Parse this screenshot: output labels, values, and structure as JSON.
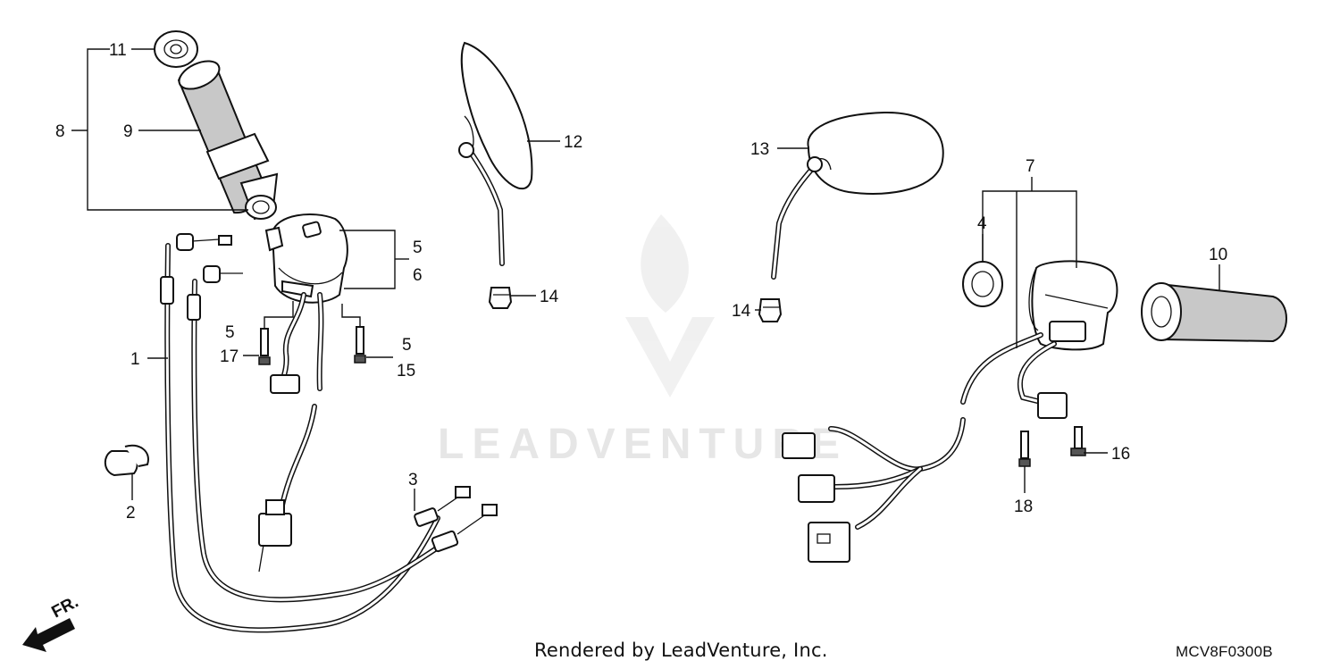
{
  "diagram": {
    "callouts": {
      "c1": "1",
      "c2": "2",
      "c3": "3",
      "c4": "4",
      "c5a": "5",
      "c5b": "5",
      "c5c": "5",
      "c6": "6",
      "c7": "7",
      "c8": "8",
      "c9": "9",
      "c10": "10",
      "c11": "11",
      "c12": "12",
      "c13": "13",
      "c14a": "14",
      "c14b": "14",
      "c15": "15",
      "c16": "16",
      "c17": "17",
      "c18": "18"
    },
    "fr_label": "FR.",
    "watermark": "LEADVENTURE",
    "footer_credit": "Rendered by LeadVenture, Inc.",
    "diagram_code": "MCV8F0300B"
  }
}
